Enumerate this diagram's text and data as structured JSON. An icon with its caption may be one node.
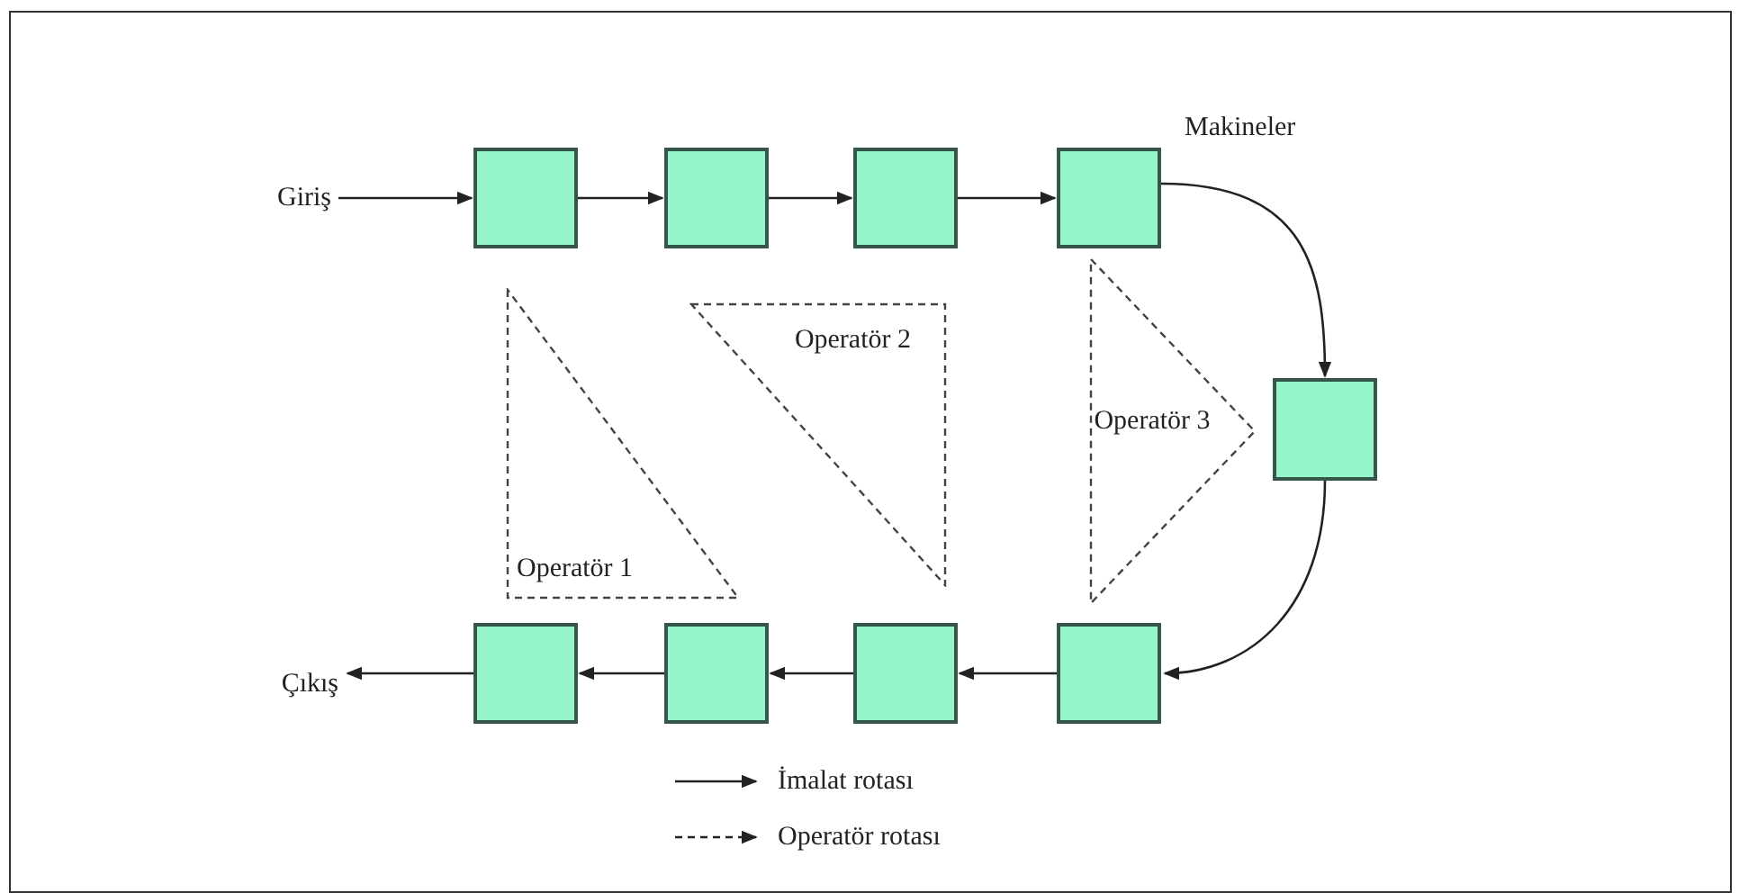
{
  "diagram": {
    "nodes": [
      {
        "text": [
          "Giriş"
        ]
      },
      {
        "text": [],
        "shape": "box"
      },
      {
        "text": [],
        "shape": "box"
      },
      {
        "text": [],
        "shape": "box"
      },
      {
        "text": [],
        "shape": "box"
      },
      {
        "text": [],
        "shape": "box"
      },
      {
        "text": [],
        "shape": "box"
      },
      {
        "text": [],
        "shape": "box"
      },
      {
        "text": [],
        "shape": "box"
      },
      {
        "text": [],
        "shape": "box"
      },
      {
        "text": [
          "Çıkış"
        ]
      },
      {
        "text": [
          "Operatör 1"
        ]
      },
      {
        "text": [
          "Operatör 2"
        ]
      },
      {
        "text": [
          "Operatör 3"
        ]
      }
    ],
    "edges": [
      {
        "from": 0,
        "to": 1,
        "arrow": "to"
      },
      {
        "from": 1,
        "to": 2,
        "arrow": "to"
      },
      {
        "from": 2,
        "to": 3,
        "arrow": "to"
      },
      {
        "from": 3,
        "to": 4,
        "arrow": "to"
      },
      {
        "from": 4,
        "to": 5,
        "arrow": "to"
      },
      {
        "from": 5,
        "to": 6,
        "arrow": "to"
      },
      {
        "from": 6,
        "to": 7,
        "arrow": "to"
      },
      {
        "from": 7,
        "to": 8,
        "arrow": "to"
      },
      {
        "from": 8,
        "to": 9,
        "arrow": "to"
      },
      {
        "from": 9,
        "to": 10,
        "arrow": "to"
      }
    ],
    "labels": [
      "Makineler"
    ],
    "legend": [
      {
        "text": "İmalat rotası"
      },
      {
        "text": "Operatör rotası"
      }
    ]
  }
}
